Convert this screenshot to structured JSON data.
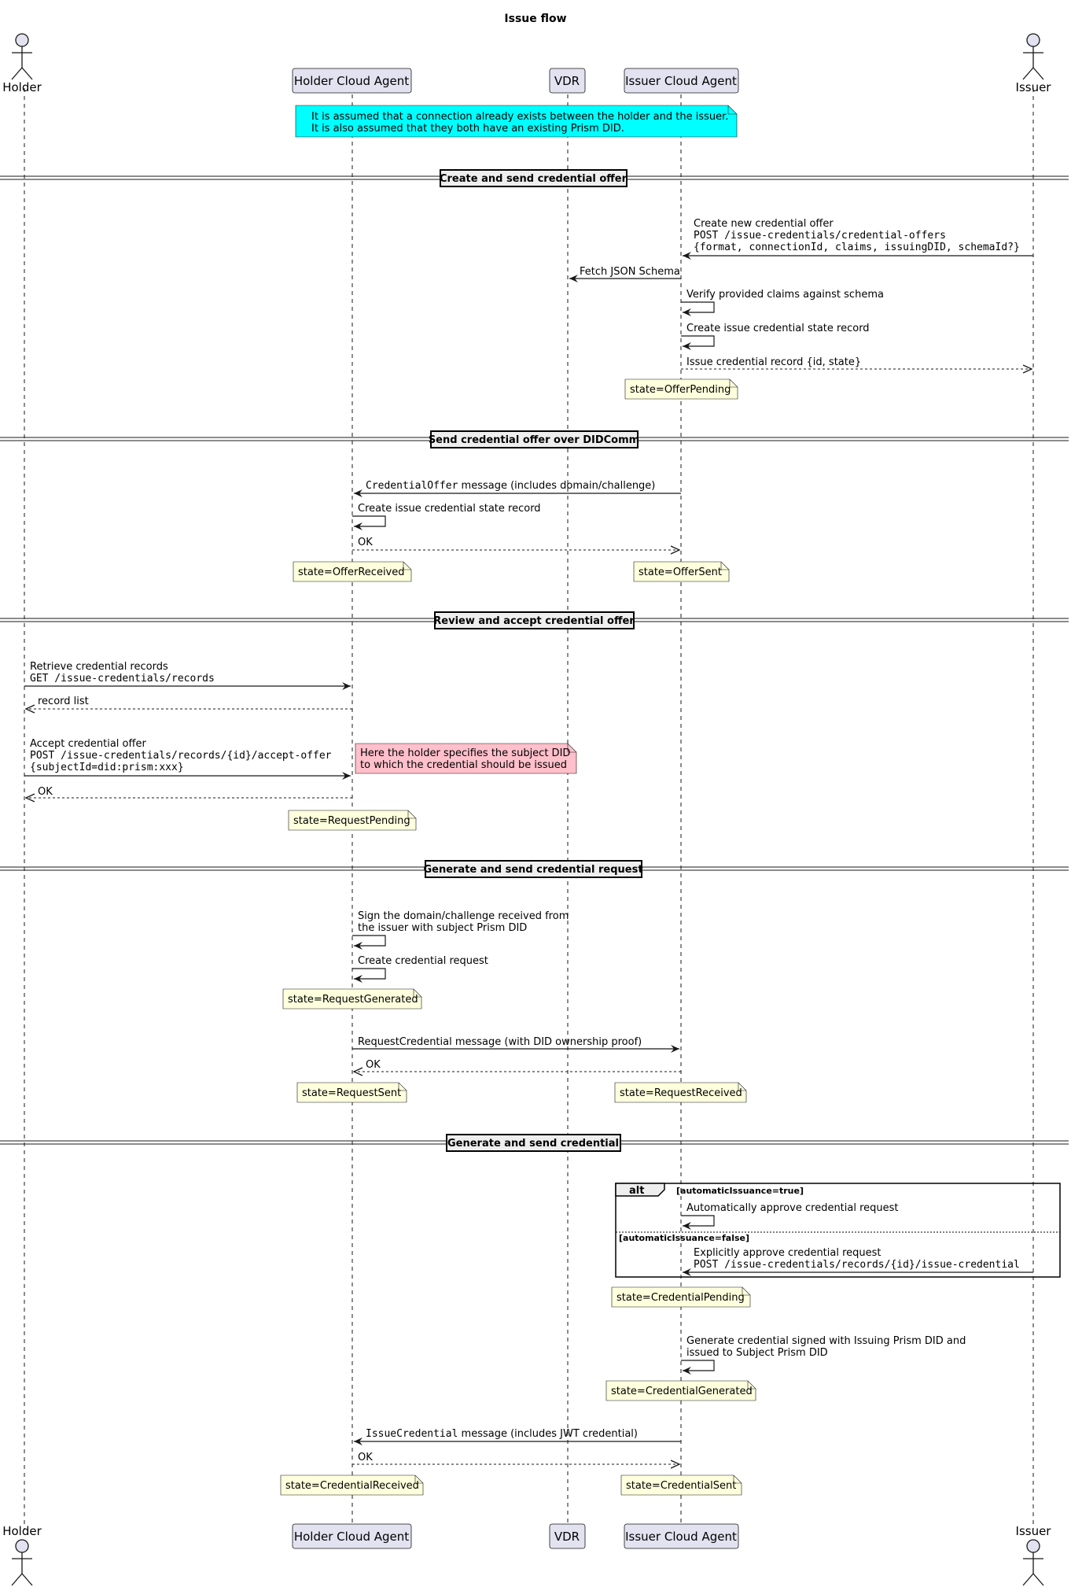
{
  "title": "Issue flow",
  "colors": {
    "participant_fill": "#E2E2F0",
    "participant_stroke": "#181818",
    "note_fill": "#FEFFDD",
    "info_note_fill": "#00FFFF",
    "warn_note_fill": "#FFC0CB",
    "lifeline": "#181818"
  },
  "participants": {
    "holder": "Holder",
    "holder_agent": "Holder Cloud Agent",
    "vdr": "VDR",
    "issuer_agent": "Issuer Cloud Agent",
    "issuer": "Issuer"
  },
  "notes": {
    "assumption": [
      "It is assumed that a connection already exists between the holder and the issuer.",
      "It is also assumed that they both have an existing Prism DID."
    ],
    "subject_did": [
      "Here the holder specifies the subject DID",
      "to which the credential should be issued"
    ],
    "offer_pending": "state=OfferPending",
    "offer_received": "state=OfferReceived",
    "offer_sent": "state=OfferSent",
    "request_pending": "state=RequestPending",
    "request_generated": "state=RequestGenerated",
    "request_sent": "state=RequestSent",
    "request_received": "state=RequestReceived",
    "credential_pending": "state=CredentialPending",
    "credential_generated": "state=CredentialGenerated",
    "credential_received": "state=CredentialReceived",
    "credential_sent": "state=CredentialSent"
  },
  "sections": {
    "create_offer": "Create and send credential offer",
    "send_offer": "Send credential offer over DIDComm",
    "review_offer": "Review and accept credential offer",
    "gen_request": "Generate and send credential request",
    "gen_credential": "Generate and send credential"
  },
  "messages": {
    "create_offer_1": "Create new credential offer",
    "create_offer_2": "POST /issue-credentials/credential-offers",
    "create_offer_3": "{format, connectionId, claims, issuingDID, schemaId?}",
    "fetch_schema": "Fetch JSON Schema",
    "verify_claims": "Verify provided claims against schema",
    "create_record_issuer": "Create issue credential state record",
    "issue_record": "Issue credential record {id, state}",
    "offer_msg_code": "CredentialOffer",
    "offer_msg_text": " message (includes domain/challenge)",
    "create_record_holder": "Create issue credential state record",
    "ok_1": "OK",
    "retrieve_1": "Retrieve credential records",
    "retrieve_2": "GET /issue-credentials/records",
    "record_list": "record list",
    "accept_1": "Accept credential offer",
    "accept_2": "POST /issue-credentials/records/{id}/accept-offer",
    "accept_3": "{subjectId=did:prism:xxx}",
    "ok_2": "OK",
    "sign_1": "Sign the domain/challenge received from",
    "sign_2": "the issuer with subject Prism DID",
    "create_request": "Create credential request",
    "request_msg": "RequestCredential message (with DID ownership proof)",
    "ok_3": "OK",
    "auto_approve": "Automatically approve credential request",
    "explicit_1": "Explicitly approve credential request",
    "explicit_2": "POST /issue-credentials/records/{id}/issue-credential",
    "generate_1": "Generate credential signed with Issuing Prism DID and",
    "generate_2": "issued to Subject Prism DID",
    "issue_msg_code": "IssueCredential",
    "issue_msg_text": " message (includes JWT credential)",
    "ok_4": "OK"
  },
  "alt": {
    "keyword": "alt",
    "guard_1": "[automaticIssuance=true]",
    "guard_2": "[automaticIssuance=false]"
  }
}
